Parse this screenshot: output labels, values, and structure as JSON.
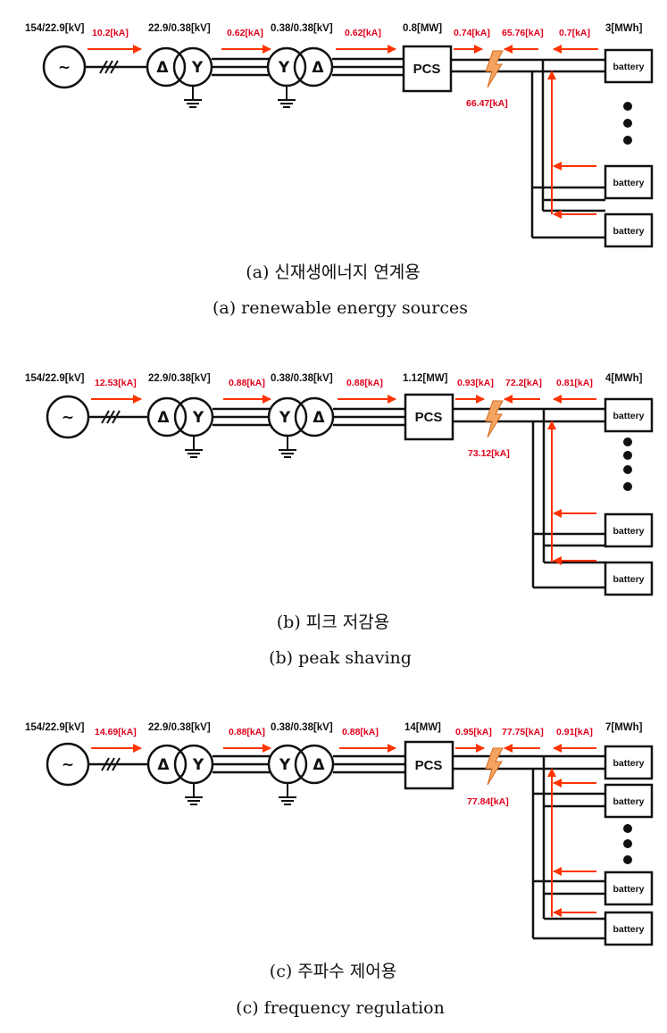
{
  "colors": {
    "current": "#e0001b",
    "arrow": "#ff3300",
    "fault": "#f4a460",
    "line": "#111111"
  },
  "diagrams": [
    {
      "id": "a",
      "source_voltage": "154/22.9[kV]",
      "source_current": "10.2[kA]",
      "tr1_voltage": "22.9/0.38[kV]",
      "tr1_current": "0.62[kA]",
      "tr2_voltage": "0.38/0.38[kV]",
      "tr2_current": "0.62[kA]",
      "pcs_rating": "0.8[MW]",
      "pcs_label": "PCS",
      "pcs_current": "0.74[kA]",
      "fault_current_in": "65.76[kA]",
      "battery_current": "0.7[kA]",
      "battery_rating": "3[MWh]",
      "fault_current": "66.47[kA]",
      "battery_label": "battery",
      "caption_ko": "(a) 신재생에너지 연계용",
      "caption_en": "(a) renewable energy sources"
    },
    {
      "id": "b",
      "source_voltage": "154/22.9[kV]",
      "source_current": "12.53[kA]",
      "tr1_voltage": "22.9/0.38[kV]",
      "tr1_current": "0.88[kA]",
      "tr2_voltage": "0.38/0.38[kV]",
      "tr2_current": "0.88[kA]",
      "pcs_rating": "1.12[MW]",
      "pcs_label": "PCS",
      "pcs_current": "0.93[kA]",
      "fault_current_in": "72.2[kA]",
      "battery_current": "0.81[kA]",
      "battery_rating": "4[MWh]",
      "fault_current": "73.12[kA]",
      "battery_label": "battery",
      "caption_ko": "(b) 피크 저감용",
      "caption_en": "(b) peak shaving"
    },
    {
      "id": "c",
      "source_voltage": "154/22.9[kV]",
      "source_current": "14.69[kA]",
      "tr1_voltage": "22.9/0.38[kV]",
      "tr1_current": "0.88[kA]",
      "tr2_voltage": "0.38/0.38[kV]",
      "tr2_current": "0.88[kA]",
      "pcs_rating": "14[MW]",
      "pcs_label": "PCS",
      "pcs_current": "0.95[kA]",
      "fault_current_in": "77.75[kA]",
      "battery_current": "0.91[kA]",
      "battery_rating": "7[MWh]",
      "fault_current": "77.84[kA]",
      "battery_label": "battery",
      "caption_ko": "(c) 주파수 제어용",
      "caption_en": "(c) frequency regulation"
    }
  ],
  "symbols": {
    "source": "~",
    "delta": "Δ",
    "wye": "Y",
    "fault_icon": "lightning-bolt-icon",
    "ground_icon": "ground-icon"
  }
}
